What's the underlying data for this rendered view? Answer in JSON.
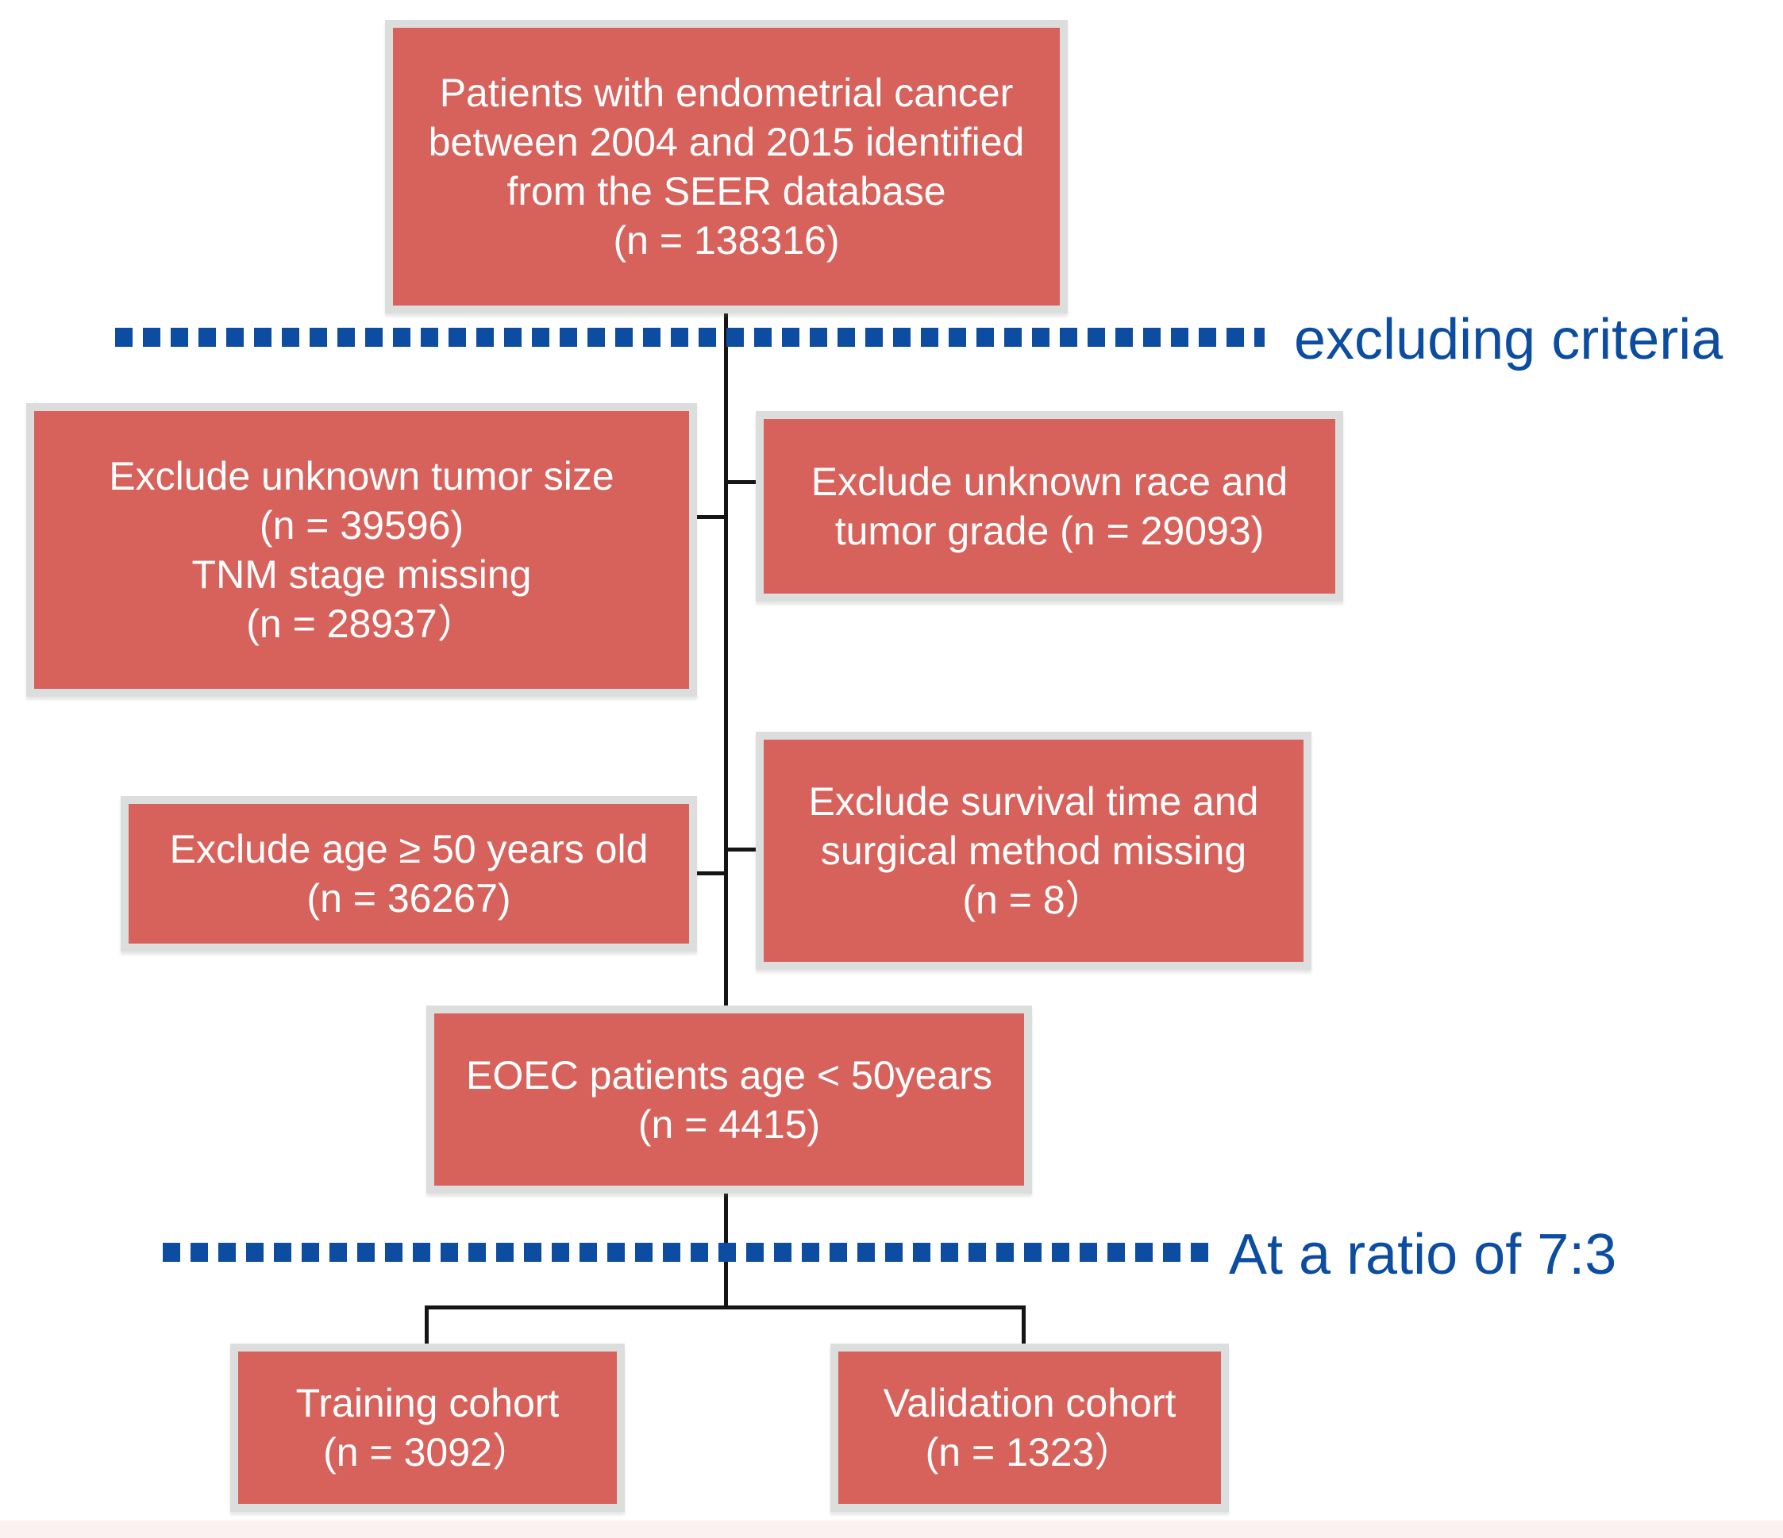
{
  "colors": {
    "box_fill": "#d7625c",
    "box_border": "#dcdedd",
    "box_text": "#ffffff",
    "accent_blue": "#0c4da2",
    "connector": "#151515",
    "footer_strip": "#fbf1f0"
  },
  "nodes": {
    "source": {
      "lines": [
        "Patients with endometrial cancer",
        "between 2004 and 2015 identified",
        "from the SEER database",
        "(n = 138316)"
      ]
    },
    "exclude_size_stage": {
      "lines": [
        "Exclude unknown tumor size",
        "(n = 39596)",
        "TNM stage missing",
        "(n = 28937）"
      ]
    },
    "exclude_race_grade": {
      "lines": [
        "Exclude unknown race and",
        "tumor grade (n = 29093)"
      ]
    },
    "exclude_age": {
      "lines": [
        "Exclude age ≥ 50 years old",
        "(n = 36267)"
      ]
    },
    "exclude_survival": {
      "lines": [
        "Exclude survival time and",
        "surgical method missing",
        "(n = 8）"
      ]
    },
    "eoec": {
      "lines": [
        "EOEC patients age < 50years",
        "(n = 4415)"
      ]
    },
    "training": {
      "lines": [
        "Training cohort",
        "(n = 3092）"
      ]
    },
    "validation": {
      "lines": [
        "Validation cohort",
        "(n = 1323）"
      ]
    }
  },
  "labels": {
    "excluding_criteria": "excluding criteria",
    "ratio": "At a ratio of 7:3"
  }
}
